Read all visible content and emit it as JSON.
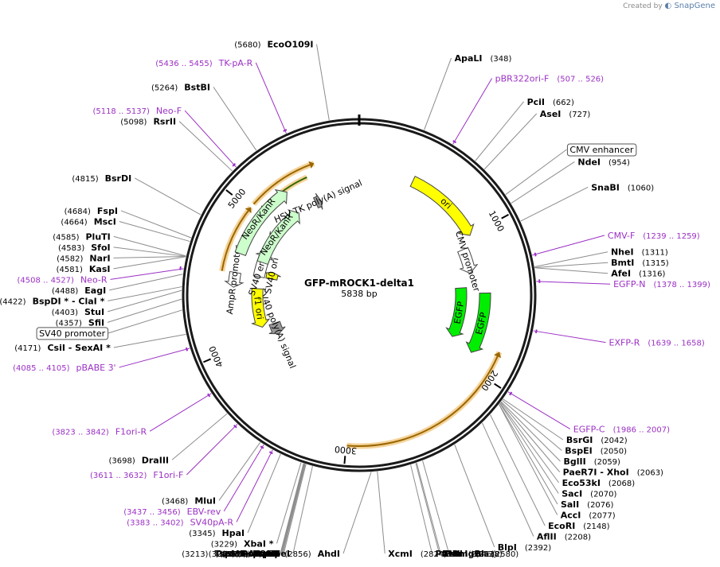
{
  "credit": {
    "prefix": "Created by",
    "brand": "SnapGene"
  },
  "plasmid": {
    "name": "GFP-mROCK1-delta1",
    "length_label": "5838 bp",
    "total_bp": 5838
  },
  "ticks": [
    "1000",
    "2000",
    "3000",
    "4000",
    "5000"
  ],
  "features": [
    {
      "name": "ori",
      "start": 408,
      "end": 1000,
      "dir": 1,
      "ring": 0,
      "color": "#ffff00",
      "label": true
    },
    {
      "name": "CMV promoter",
      "start": 1076,
      "end": 1280,
      "dir": 1,
      "ring": 1,
      "color": "#ffffff",
      "label": true
    },
    {
      "name": "EGFP",
      "start": 1445,
      "end": 1900,
      "dir": 1,
      "ring": 0,
      "color": "#00ee00",
      "label": true
    },
    {
      "name": "EGFP",
      "start": 1395,
      "end": 1850,
      "dir": 1,
      "ring": 2,
      "color": "#00ee00",
      "label": true
    },
    {
      "name": "SV40 poly(A) signal",
      "start": 3960,
      "end": 4080,
      "dir": -1,
      "ring": 3,
      "color": "#999999",
      "label": true
    },
    {
      "name": "f1 ori",
      "start": 4080,
      "end": 4436,
      "dir": -1,
      "ring": 2,
      "color": "#ffff00",
      "label": true
    },
    {
      "name": "AmpR promoter",
      "start": 4436,
      "end": 4546,
      "dir": -1,
      "ring": 0,
      "color": "#ffffff",
      "label": true
    },
    {
      "name": "SV40 ori",
      "start": 4546,
      "end": 4616,
      "dir": 1,
      "ring": 3,
      "color": "#ffff00",
      "label": true
    },
    {
      "name": "SV40 enhancer",
      "start": 4546,
      "end": 4790,
      "dir": 1,
      "ring": 2,
      "color": "#ffffff",
      "label": true
    },
    {
      "name": "NeoR/KanR",
      "start": 4680,
      "end": 5250,
      "dir": 1,
      "ring": 2,
      "color": "#ccffcc",
      "label": true
    },
    {
      "name": "NeoR/KanR",
      "start": 4690,
      "end": 5270,
      "dir": 1,
      "ring": 0,
      "color": "#ccffcc",
      "label": true
    },
    {
      "name": "HSV TK poly(A) signal",
      "start": 5430,
      "end": 5480,
      "dir": 1,
      "ring": 2,
      "color": "#999999",
      "label": true
    }
  ],
  "orfs": [
    {
      "start": 1820,
      "end": 2995,
      "dir": -1,
      "color": "#996600"
    },
    {
      "start": 5040,
      "end": 5530,
      "dir": 1,
      "color": "#996600"
    },
    {
      "start": 4540,
      "end": 5010,
      "dir": 1,
      "color": "#996600"
    },
    {
      "start": 5040,
      "end": 5450,
      "dir": -1,
      "color": "#336600"
    }
  ],
  "sites": [
    {
      "name": "EcoO109I",
      "pos": "(5680)",
      "at": 5680,
      "anchor": "start"
    },
    {
      "name": "TK-pA-R",
      "pos": "(5436 .. 5455)",
      "at": 5445,
      "anchor": "start",
      "primer": true
    },
    {
      "name": "BstBI",
      "pos": "(5264)",
      "at": 5264,
      "anchor": "start"
    },
    {
      "name": "Neo-F",
      "pos": "(5118 .. 5137)",
      "at": 5127,
      "anchor": "start",
      "primer": true
    },
    {
      "name": "RsrII",
      "pos": "(5098)",
      "at": 5098,
      "anchor": "start"
    },
    {
      "name": "BsrDI",
      "pos": "(4815)",
      "at": 4815,
      "anchor": "start"
    },
    {
      "name": "FspI",
      "pos": "(4684)",
      "at": 4684,
      "anchor": "start"
    },
    {
      "name": "MscI",
      "pos": "(4664)",
      "at": 4664,
      "anchor": "start"
    },
    {
      "name": "PluTI",
      "pos": "(4585)",
      "at": 4585,
      "anchor": "start"
    },
    {
      "name": "SfoI",
      "pos": "(4583)",
      "at": 4583,
      "anchor": "start"
    },
    {
      "name": "NarI",
      "pos": "(4582)",
      "at": 4582,
      "anchor": "start"
    },
    {
      "name": "KasI",
      "pos": "(4581)",
      "at": 4581,
      "anchor": "start"
    },
    {
      "name": "Neo-R",
      "pos": "(4508 .. 4527)",
      "at": 4517,
      "anchor": "start",
      "primer": true
    },
    {
      "name": "EagI",
      "pos": "(4488)",
      "at": 4488,
      "anchor": "start"
    },
    {
      "name": "BspDI * - ClaI *",
      "pos": "(4422)",
      "at": 4422,
      "anchor": "start"
    },
    {
      "name": "StuI",
      "pos": "(4403)",
      "at": 4403,
      "anchor": "start"
    },
    {
      "name": "SfiI",
      "pos": "(4357)",
      "at": 4357,
      "anchor": "start"
    },
    {
      "name": "SV40 promoter",
      "at": 4300,
      "anchor": "start",
      "boxed": true
    },
    {
      "name": "CsiI - SexAI *",
      "pos": "(4171)",
      "at": 4171,
      "anchor": "start"
    },
    {
      "name": "pBABE 3'",
      "pos": "(4085 .. 4105)",
      "at": 4095,
      "anchor": "start",
      "primer": true
    },
    {
      "name": "F1ori-R",
      "pos": "(3823 .. 3842)",
      "at": 3832,
      "anchor": "start",
      "primer": true
    },
    {
      "name": "DraIII",
      "pos": "(3698)",
      "at": 3698,
      "anchor": "start"
    },
    {
      "name": "F1ori-F",
      "pos": "(3611 .. 3632)",
      "at": 3621,
      "anchor": "start",
      "primer": true
    },
    {
      "name": "MluI",
      "pos": "(3468)",
      "at": 3468,
      "anchor": "start"
    },
    {
      "name": "EBV-rev",
      "pos": "(3437 .. 3456)",
      "at": 3446,
      "anchor": "start",
      "primer": true
    },
    {
      "name": "SV40pA-R",
      "pos": "(3383 .. 3402)",
      "at": 3392,
      "anchor": "start",
      "primer": true
    },
    {
      "name": "HpaI",
      "pos": "(3345)",
      "at": 3345,
      "anchor": "start"
    },
    {
      "name": "XbaI *",
      "pos": "(3229)",
      "at": 3229,
      "anchor": "start"
    },
    {
      "name": "SmaI",
      "pos": "(3215)",
      "at": 3215,
      "anchor": "start"
    },
    {
      "name": "ApaI",
      "pos": "(3214)",
      "at": 3214,
      "anchor": "start"
    },
    {
      "name": "TspMI - XmaI",
      "pos": "(3213)",
      "at": 3213,
      "anchor": "start"
    },
    {
      "name": "PspOMI",
      "pos": "(3210)",
      "at": 3210,
      "anchor": "start"
    },
    {
      "name": "SacII",
      "pos": "(3209)",
      "at": 3209,
      "anchor": "start"
    },
    {
      "name": "KpnI",
      "pos": "(3206)",
      "at": 3206,
      "anchor": "start"
    },
    {
      "name": "Acc65I",
      "pos": "(3202)",
      "at": 3202,
      "anchor": "start"
    },
    {
      "name": "SpeI",
      "pos": "(3166)",
      "at": 3166,
      "anchor": "start"
    },
    {
      "name": "AhdI",
      "pos": "(2856)",
      "at": 2856,
      "anchor": "start"
    },
    {
      "name": "XcmI",
      "pos": "(2824)",
      "at": 2824,
      "anchor": "end"
    },
    {
      "name": "PflMI",
      "pos": "(2646)",
      "at": 2646,
      "anchor": "end"
    },
    {
      "name": "XmnI",
      "pos": "(2618)",
      "at": 2618,
      "anchor": "end"
    },
    {
      "name": "PstI",
      "pos": "(2613)",
      "at": 2613,
      "anchor": "end"
    },
    {
      "name": "BmgBI",
      "pos": "(2580)",
      "at": 2580,
      "anchor": "end"
    },
    {
      "name": "BlpI",
      "pos": "(2392)",
      "at": 2392,
      "anchor": "end"
    },
    {
      "name": "AflII",
      "pos": "(2208)",
      "at": 2208,
      "anchor": "end"
    },
    {
      "name": "AccI",
      "pos": "(2077)",
      "at": 2077,
      "anchor": "end"
    },
    {
      "name": "EcoRI",
      "pos": "(2148)",
      "at": 2148,
      "anchor": "end"
    },
    {
      "name": "SalI",
      "pos": "(2076)",
      "at": 2076,
      "anchor": "end"
    },
    {
      "name": "SacI",
      "pos": "(2070)",
      "at": 2070,
      "anchor": "end"
    },
    {
      "name": "Eco53kI",
      "pos": "(2068)",
      "at": 2068,
      "anchor": "end"
    },
    {
      "name": "PaeR7I - XhoI",
      "pos": "(2063)",
      "at": 2063,
      "anchor": "end"
    },
    {
      "name": "BglII",
      "pos": "(2059)",
      "at": 2059,
      "anchor": "end"
    },
    {
      "name": "BspEI",
      "pos": "(2050)",
      "at": 2050,
      "anchor": "end"
    },
    {
      "name": "BsrGI",
      "pos": "(2042)",
      "at": 2042,
      "anchor": "end"
    },
    {
      "name": "EGFP-C",
      "pos": "(1986 .. 2007)",
      "at": 1996,
      "anchor": "end",
      "primer": true
    },
    {
      "name": "EXFP-R",
      "pos": "(1639 .. 1658)",
      "at": 1648,
      "anchor": "end",
      "primer": true
    },
    {
      "name": "EGFP-N",
      "pos": "(1378 .. 1399)",
      "at": 1388,
      "anchor": "end",
      "primer": true
    },
    {
      "name": "AfeI",
      "pos": "(1316)",
      "at": 1316,
      "anchor": "end"
    },
    {
      "name": "BmtI",
      "pos": "(1315)",
      "at": 1315,
      "anchor": "end"
    },
    {
      "name": "NheI",
      "pos": "(1311)",
      "at": 1311,
      "anchor": "end"
    },
    {
      "name": "CMV-F",
      "pos": "(1239 .. 1259)",
      "at": 1249,
      "anchor": "end",
      "primer": true
    },
    {
      "name": "SnaBI",
      "pos": "(1060)",
      "at": 1060,
      "anchor": "end"
    },
    {
      "name": "NdeI",
      "pos": "(954)",
      "at": 954,
      "anchor": "end"
    },
    {
      "name": "CMV enhancer",
      "at": 900,
      "anchor": "end",
      "boxed": true
    },
    {
      "name": "AseI",
      "pos": "(727)",
      "at": 727,
      "anchor": "end"
    },
    {
      "name": "PciI",
      "pos": "(662)",
      "at": 662,
      "anchor": "end"
    },
    {
      "name": "pBR322ori-F",
      "pos": "(507 .. 526)",
      "at": 516,
      "anchor": "end",
      "primer": true
    },
    {
      "name": "ApaLI",
      "pos": "(348)",
      "at": 348,
      "anchor": "end"
    }
  ]
}
